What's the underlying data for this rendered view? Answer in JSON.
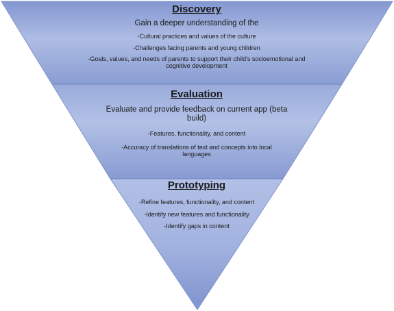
{
  "sections": [
    {
      "title": "Discovery",
      "lead": "Gain a deeper understanding of the",
      "items": [
        "-Cultural practices and values of the culture",
        "-Challenges facing parents and young children",
        "-Goals, values, and needs of parents to support their child's socioemotional and cognitive development"
      ]
    },
    {
      "title": "Evaluation",
      "lead": "Evaluate and provide feedback on current app (beta build)",
      "items": [
        "-Features, functionality, and content",
        "-Accuracy of translations of text and concepts into local languages"
      ]
    },
    {
      "title": "Prototyping",
      "lead": "",
      "items": [
        "-Refine features, functionality, and content",
        "-Identify new features and functionality",
        "-Identify gaps in content"
      ]
    }
  ],
  "colors": {
    "fill_light": "#b4c2e6",
    "fill_dark": "#8497d0",
    "outline": "#8093c9",
    "divider": "#6f84c0"
  }
}
